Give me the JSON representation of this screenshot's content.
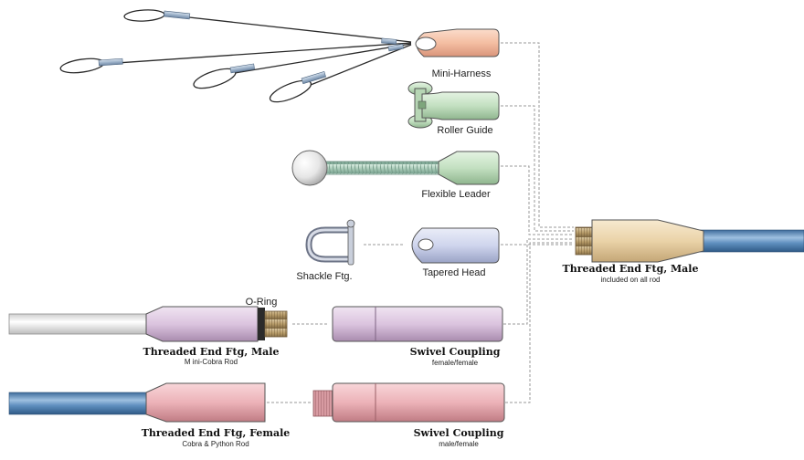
{
  "colors": {
    "peach": "#f6c5aa",
    "green": "#c9e5c7",
    "blue_head": "#d3d8ee",
    "lavender": "#ddc8e0",
    "pink": "#eeb6bc",
    "tan": "#ecd7ae",
    "rod_blue": "#5b89b8",
    "rod_white": "#eeeeee",
    "cable_sleeve": "#9ab0c8",
    "connector_line": "#9a9a9a"
  },
  "labels": {
    "mini_harness": "Mini-Harness",
    "roller_guide": "Roller Guide",
    "flexible_leader": "Flexible Leader",
    "shackle": "Shackle Ftg.",
    "tapered_head": "Tapered Head",
    "o_ring": "O-Ring",
    "male_right_title": "Threaded End Ftg, Male",
    "male_right_sub": "included on all rod",
    "male_left_title": "Threaded End Ftg, Male",
    "male_left_sub": "M ini-Cobra Rod",
    "swivel_ff_title": "Swivel Coupling",
    "swivel_ff_sub": "female/female",
    "female_title": "Threaded End Ftg, Female",
    "female_sub": "Cobra & Python Rod",
    "swivel_mf_title": "Swivel Coupling",
    "swivel_mf_sub": "male/female"
  }
}
